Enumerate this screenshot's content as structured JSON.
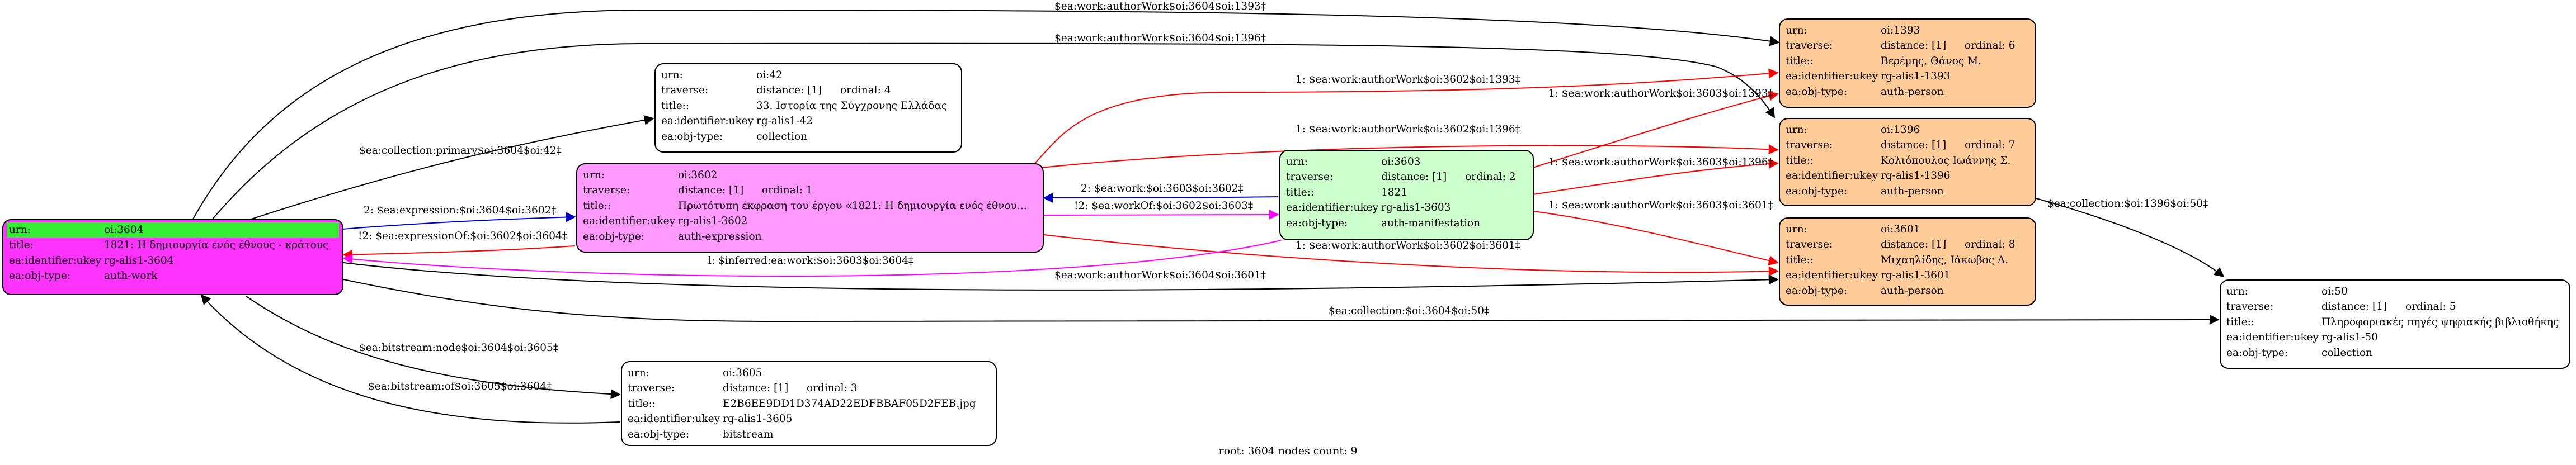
{
  "nodes": {
    "n3604": {
      "urn_key": "urn:",
      "urn": "oi:3604",
      "title_key": "title:",
      "title": "1821: Η δημιουργία ενός έθνους - κράτους",
      "idkey": "ea:identifier:ukey",
      "ident": "rg-alis1-3604",
      "type_key": "ea:obj-type:",
      "type": "auth-work",
      "fill": "#ff33ff",
      "header": "#33ee33"
    },
    "n42": {
      "urn_key": "urn:",
      "urn": "oi:42",
      "trav_key": "traverse:",
      "dist": "distance: [1]",
      "ord": "ordinal: 4",
      "title_key": "title::",
      "title": "33. Ιστορία της Σύγχρονης Ελλάδας",
      "idkey": "ea:identifier:ukey",
      "ident": "rg-alis1-42",
      "type_key": "ea:obj-type:",
      "type": "collection",
      "fill": "#ffffff"
    },
    "n3602": {
      "urn_key": "urn:",
      "urn": "oi:3602",
      "trav_key": "traverse:",
      "dist": "distance: [1]",
      "ord": "ordinal: 1",
      "title_key": "title::",
      "title": "Πρωτότυπη έκφραση του έργου «1821: Η δημιουργία ενός έθνου...",
      "idkey": "ea:identifier:ukey",
      "ident": "rg-alis1-3602",
      "type_key": "ea:obj-type:",
      "type": "auth-expression",
      "fill": "#ff99ff"
    },
    "n3603": {
      "urn_key": "urn:",
      "urn": "oi:3603",
      "trav_key": "traverse:",
      "dist": "distance: [1]",
      "ord": "ordinal: 2",
      "title_key": "title::",
      "title": "1821",
      "idkey": "ea:identifier:ukey",
      "ident": "rg-alis1-3603",
      "type_key": "ea:obj-type:",
      "type": "auth-manifestation",
      "fill": "#ccffcc"
    },
    "n1393": {
      "urn_key": "urn:",
      "urn": "oi:1393",
      "trav_key": "traverse:",
      "dist": "distance: [1]",
      "ord": "ordinal: 6",
      "title_key": "title::",
      "title": "Βερέμης, Θάνος Μ.",
      "idkey": "ea:identifier:ukey",
      "ident": "rg-alis1-1393",
      "type_key": "ea:obj-type:",
      "type": "auth-person",
      "fill": "#ffcc99"
    },
    "n1396": {
      "urn_key": "urn:",
      "urn": "oi:1396",
      "trav_key": "traverse:",
      "dist": "distance: [1]",
      "ord": "ordinal: 7",
      "title_key": "title::",
      "title": "Κολιόπουλος Ιωάννης Σ.",
      "idkey": "ea:identifier:ukey",
      "ident": "rg-alis1-1396",
      "type_key": "ea:obj-type:",
      "type": "auth-person",
      "fill": "#ffcc99"
    },
    "n3601": {
      "urn_key": "urn:",
      "urn": "oi:3601",
      "trav_key": "traverse:",
      "dist": "distance: [1]",
      "ord": "ordinal: 8",
      "title_key": "title::",
      "title": "Μιχαηλίδης, Ιάκωβος Δ.",
      "idkey": "ea:identifier:ukey",
      "ident": "rg-alis1-3601",
      "type_key": "ea:obj-type:",
      "type": "auth-person",
      "fill": "#ffcc99"
    },
    "n50": {
      "urn_key": "urn:",
      "urn": "oi:50",
      "trav_key": "traverse:",
      "dist": "distance: [1]",
      "ord": "ordinal: 5",
      "title_key": "title::",
      "title": "Πληροφοριακές πηγές ψηφιακής βιβλιοθήκης",
      "idkey": "ea:identifier:ukey",
      "ident": "rg-alis1-50",
      "type_key": "ea:obj-type:",
      "type": "collection",
      "fill": "#ffffff"
    },
    "n3605": {
      "urn_key": "urn:",
      "urn": "oi:3605",
      "trav_key": "traverse:",
      "dist": "distance: [1]",
      "ord": "ordinal: 3",
      "title_key": "title::",
      "title": "E2B6EE9DD1D374AD22EDFBBAF05D2FEB.jpg",
      "idkey": "ea:identifier:ukey",
      "ident": "rg-alis1-3605",
      "type_key": "ea:obj-type:",
      "type": "bitstream",
      "fill": "#ffffff"
    }
  },
  "edges": {
    "e1": "$ea:work:authorWork$oi:3604$oi:1393‡",
    "e2": "$ea:work:authorWork$oi:3604$oi:1396‡",
    "e3": "$ea:collection:primary$oi:3604$oi:42‡",
    "e4": "2: $ea:expression:$oi:3604$oi:3602‡",
    "e5": "!2: $ea:expressionOf:$oi:3602$oi:3604‡",
    "e6": "1: $ea:work:authorWork$oi:3602$oi:1393‡",
    "e7": "1: $ea:work:authorWork$oi:3602$oi:1396‡",
    "e8": "2: $ea:work:$oi:3603$oi:3602‡",
    "e9": "!2: $ea:workOf:$oi:3602$oi:3603‡",
    "e10": "1: $ea:work:authorWork$oi:3603$oi:1393‡",
    "e11": "1: $ea:work:authorWork$oi:3603$oi:1396‡",
    "e12": "1: $ea:work:authorWork$oi:3603$oi:3601‡",
    "e13": "1: $ea:work:authorWork$oi:3602$oi:3601‡",
    "e14": "l: $inferred:ea:work:$oi:3603$oi:3604‡",
    "e15": "$ea:work:authorWork$oi:3604$oi:3601‡",
    "e16": "$ea:collection:$oi:1396$oi:50‡",
    "e17": "$ea:collection:$oi:3604$oi:50‡",
    "e18": "$ea:bitstream:node$oi:3604$oi:3605‡",
    "e19": "$ea:bitstream:of$oi:3605$oi:3604‡"
  },
  "footer": "root: 3604 nodes count: 9",
  "colors": {
    "black": "#000000",
    "red": "#ff0000",
    "blue": "#0000cc",
    "magenta": "#ff00ff"
  }
}
